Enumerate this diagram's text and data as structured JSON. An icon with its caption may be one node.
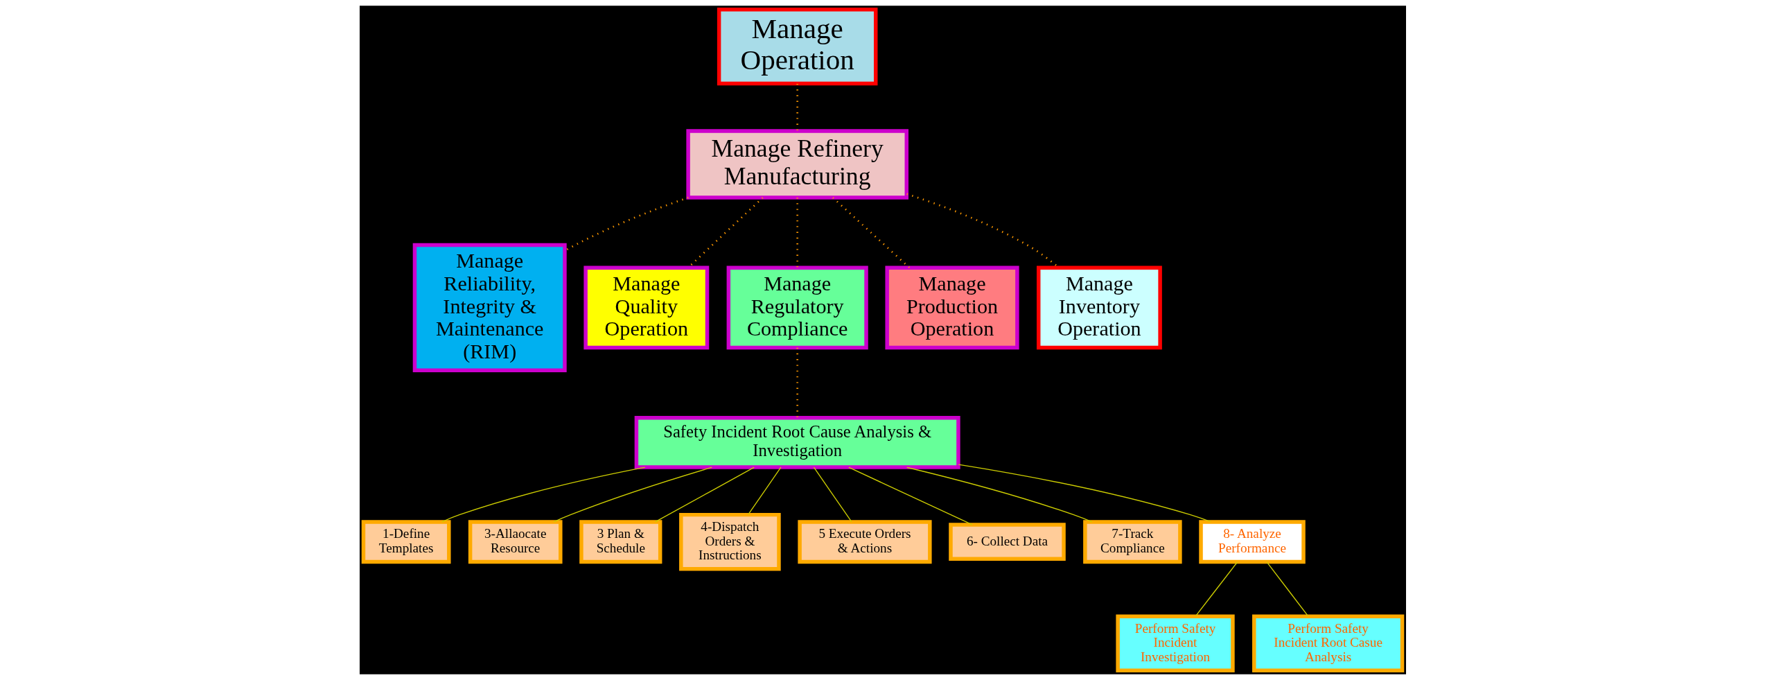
{
  "diagram": {
    "nodes": [
      {
        "text": [
          "Manage  Operation"
        ]
      },
      {
        "text": [
          "Manage Refinery Manufacturing"
        ]
      },
      {
        "text": [
          "Manage Reliability, Integrity & Maintenance (RIM)"
        ]
      },
      {
        "text": [
          "Manage Quality Operation"
        ]
      },
      {
        "text": [
          "Manage Regulatory Compliance"
        ]
      },
      {
        "text": [
          "Manage Production Operation"
        ]
      },
      {
        "text": [
          "Manage Inventory Operation"
        ]
      },
      {
        "text": [
          "Safety Incident Root Cause Analysis & Investigation"
        ]
      },
      {
        "text": [
          "1-Define Templates"
        ]
      },
      {
        "text": [
          "3-Allaocate Resource"
        ]
      },
      {
        "text": [
          "3 Plan & Schedule"
        ]
      },
      {
        "text": [
          "4-Dispatch Orders & Instructions"
        ]
      },
      {
        "text": [
          "5 Execute Orders & Actions"
        ]
      },
      {
        "text": [
          "6- Collect Data"
        ]
      },
      {
        "text": [
          "7-Track Compliance"
        ]
      },
      {
        "text": [
          "8- Analyze Performance"
        ]
      },
      {
        "text": [
          "Perform Safety Incident Investigation"
        ]
      },
      {
        "text": [
          "Perform Safety Incident Root Casue Analysis"
        ]
      }
    ],
    "edges": [
      {
        "from": 0,
        "to": 1,
        "arrow": "none",
        "style": "dashed",
        "color": "#ff9900"
      },
      {
        "from": 1,
        "to": 2,
        "arrow": "none",
        "style": "dashed",
        "color": "#ff9900"
      },
      {
        "from": 1,
        "to": 3,
        "arrow": "none",
        "style": "dashed",
        "color": "#ff9900"
      },
      {
        "from": 1,
        "to": 4,
        "arrow": "none",
        "style": "dashed",
        "color": "#ff9900"
      },
      {
        "from": 1,
        "to": 5,
        "arrow": "none",
        "style": "dashed",
        "color": "#ff9900"
      },
      {
        "from": 1,
        "to": 6,
        "arrow": "none",
        "style": "dashed",
        "color": "#ff9900"
      },
      {
        "from": 4,
        "to": 7,
        "arrow": "none",
        "style": "dashed",
        "color": "#ff9900"
      },
      {
        "from": 7,
        "to": 8,
        "arrow": "none"
      },
      {
        "from": 7,
        "to": 9,
        "arrow": "none"
      },
      {
        "from": 7,
        "to": 10,
        "arrow": "none"
      },
      {
        "from": 7,
        "to": 11,
        "arrow": "none"
      },
      {
        "from": 7,
        "to": 12,
        "arrow": "none"
      },
      {
        "from": 7,
        "to": 13,
        "arrow": "none"
      },
      {
        "from": 7,
        "to": 14,
        "arrow": "none"
      },
      {
        "from": 7,
        "to": 15,
        "arrow": "none"
      },
      {
        "from": 15,
        "to": 16,
        "arrow": "none"
      },
      {
        "from": 15,
        "to": 17,
        "arrow": "none"
      }
    ]
  }
}
